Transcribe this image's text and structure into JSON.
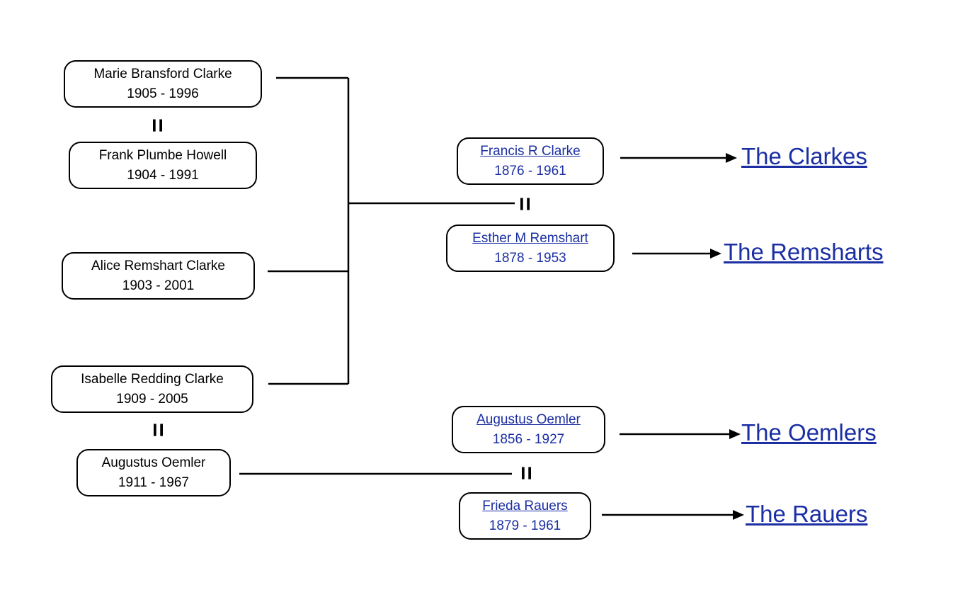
{
  "people": {
    "marie": {
      "name": "Marie Bransford Clarke",
      "dates": "1905 - 1996"
    },
    "frank": {
      "name": "Frank Plumbe Howell",
      "dates": "1904 - 1991"
    },
    "alice": {
      "name": "Alice Remshart Clarke",
      "dates": "1903 - 2001"
    },
    "isabelle": {
      "name": "Isabelle Redding Clarke",
      "dates": "1909 - 2005"
    },
    "augustus_jr": {
      "name": "Augustus Oemler",
      "dates": "1911 - 1967"
    },
    "francis": {
      "name": "Francis R Clarke",
      "dates": "1876 - 1961"
    },
    "esther": {
      "name": "Esther M Remshart",
      "dates": "1878 - 1953"
    },
    "augustus_sr": {
      "name": "Augustus Oemler",
      "dates": "1856 - 1927"
    },
    "frieda": {
      "name": "Frieda Rauers",
      "dates": "1879 - 1961"
    }
  },
  "family_links": {
    "clarkes": "The Clarkes",
    "remsharts": "The Remsharts",
    "oemlers": "The Oemlers",
    "rauers": "The Rauers"
  },
  "marriage_symbol": "=",
  "colors": {
    "link_blue": "#1b2fa3",
    "line_black": "#000000",
    "background": "#ffffff"
  }
}
